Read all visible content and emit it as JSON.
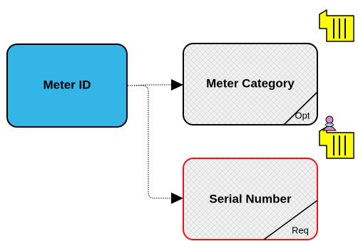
{
  "nodes": {
    "meter_id": {
      "label": "Meter ID",
      "fill": "#33b5e8"
    },
    "meter_category": {
      "label": "Meter Category",
      "corner_text": "Opt",
      "border": "#000000"
    },
    "serial_number": {
      "label": "Serial Number",
      "corner_text": "Req",
      "border": "#e8141a"
    }
  },
  "colors": {
    "note_fill": "#ffff00",
    "note_stroke": "#000000",
    "hatch_fill": "#f0f0f0",
    "hatch_line": "#d4d4d4"
  },
  "edges": [
    {
      "from": "meter_id",
      "to": "meter_category",
      "style": "dotted-arrow"
    },
    {
      "from": "meter_id",
      "to": "serial_number",
      "style": "dotted-arrow"
    }
  ],
  "icons": [
    "note-icon",
    "person-note-icon"
  ]
}
